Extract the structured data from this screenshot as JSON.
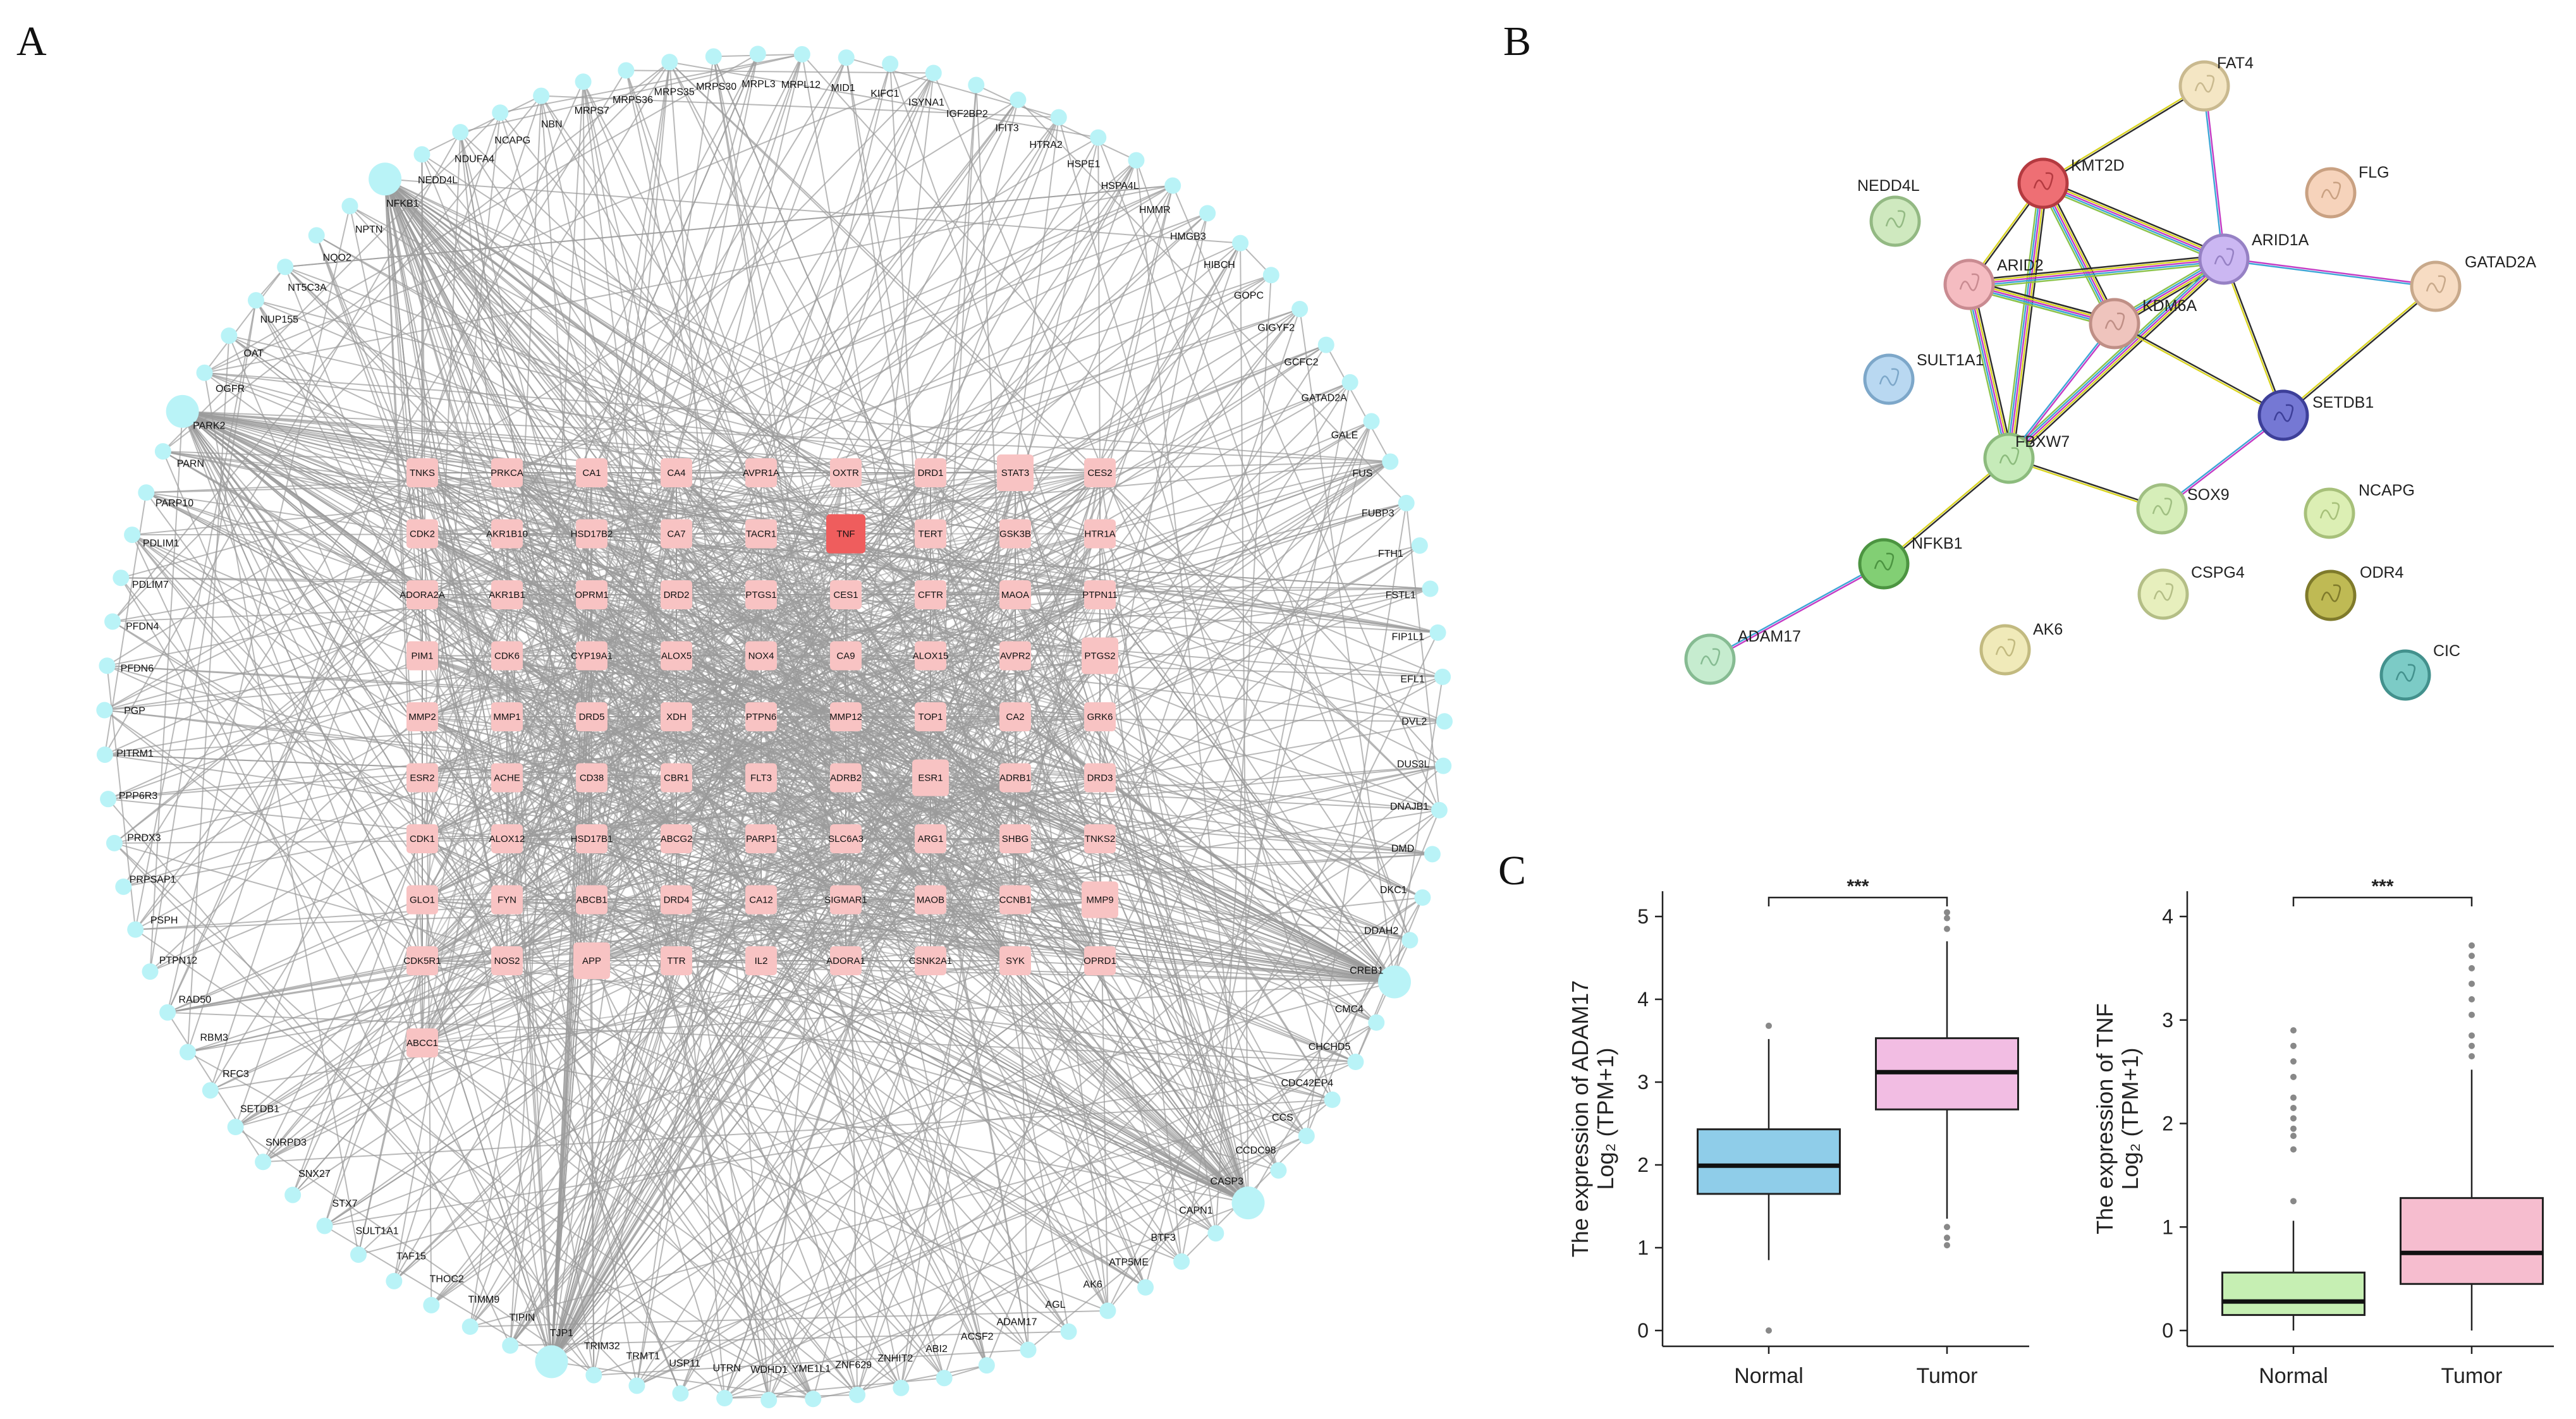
{
  "figure": {
    "panel_labels": [
      "A",
      "B",
      "C"
    ]
  },
  "colors": {
    "outer_node": "#b9f3f7",
    "inner_node": "#f8c3c3",
    "hub_node": "#ef5d5d",
    "edge": "#9b9b9b",
    "normal_box1": "#8fcde9",
    "tumor_box1": "#f2bde3",
    "normal_box2": "#c6efb3",
    "tumor_box2": "#f6bdcf"
  },
  "panel_a": {
    "outer_nodes": [
      "NFKB1",
      "NEDD4L",
      "NDUFA4",
      "NCAPG",
      "NBN",
      "MRPS7",
      "MRPS36",
      "MRPS35",
      "MRPS30",
      "MRPL3",
      "MRPL12",
      "MID1",
      "KIFC1",
      "ISYNA1",
      "IGF2BP2",
      "IFIT3",
      "HTRA2",
      "HSPE1",
      "HSPA4L",
      "HMMR",
      "HMGB3",
      "HIBCH",
      "GOPC",
      "GIGYF2",
      "GCFC2",
      "GATAD2A",
      "GALE",
      "FUS",
      "FUBP3",
      "FTH1",
      "FSTL1",
      "FIP1L1",
      "EFL1",
      "DVL2",
      "DUS3L",
      "DNAJB1",
      "DMD",
      "DKC1",
      "DDAH2",
      "CREB1",
      "CMC4",
      "CHCHD5",
      "CDC42EP4",
      "CCS",
      "CCDC98",
      "CASP3",
      "CAPN1",
      "BTF3",
      "ATP5ME",
      "AK6",
      "AGL",
      "ADAM17",
      "ACSF2",
      "ABI2",
      "ZNHIT2",
      "ZNF629",
      "YME1L1",
      "WDHD1",
      "UTRN",
      "USP11",
      "TRMT1",
      "TRIM32",
      "TJP1",
      "TIPIN",
      "TIMM9",
      "THOC2",
      "TAF15",
      "SULT1A1",
      "STX7",
      "SNX27",
      "SNRPD3",
      "SETDB1",
      "RFC3",
      "RBM3",
      "RAD50",
      "PTPN12",
      "PSPH",
      "PRPSAP1",
      "PRDX3",
      "PPP6R3",
      "PITRM1",
      "PGP",
      "PFDN6",
      "PFDN4",
      "PDLIM7",
      "PDLIM1",
      "PARP10",
      "PARN",
      "PARK2",
      "OGFR",
      "OAT",
      "NUP155",
      "NT5C3A",
      "NQO2",
      "NPTN"
    ],
    "inner_rows": [
      [
        "TNKS",
        "PRKCA",
        "CA1",
        "CA4",
        "AVPR1A",
        "OXTR",
        "DRD1",
        "STAT3",
        "CES2"
      ],
      [
        "CDK2",
        "AKR1B10",
        "HSD17B2",
        "CA7",
        "TACR1",
        "TNF",
        "TERT",
        "GSK3B",
        "HTR1A"
      ],
      [
        "ADORA2A",
        "AKR1B1",
        "OPRM1",
        "DRD2",
        "PTGS1",
        "CES1",
        "CFTR",
        "MAOA",
        "PTPN11"
      ],
      [
        "PIM1",
        "CDK6",
        "CYP19A1",
        "ALOX5",
        "NOX4",
        "CA9",
        "ALOX15",
        "AVPR2",
        "PTGS2"
      ],
      [
        "MMP2",
        "MMP1",
        "DRD5",
        "XDH",
        "PTPN6",
        "MMP12",
        "TOP1",
        "CA2",
        "GRK6"
      ],
      [
        "ESR2",
        "ACHE",
        "CD38",
        "CBR1",
        "FLT3",
        "ADRB2",
        "ESR1",
        "ADRB1",
        "DRD3"
      ],
      [
        "CDK1",
        "ALOX12",
        "HSD17B1",
        "ABCG2",
        "PARP1",
        "SLC6A3",
        "ARG1",
        "SHBG",
        "TNKS2"
      ],
      [
        "GLO1",
        "FYN",
        "ABCB1",
        "DRD4",
        "CA12",
        "SIGMAR1",
        "MAOB",
        "CCNB1",
        "MMP9"
      ],
      [
        "CDK5R1",
        "NOS2",
        "APP",
        "TTR",
        "IL2",
        "ADORA1",
        "CSNK2A1",
        "SYK",
        "OPRD1"
      ],
      [
        "ABCC1"
      ]
    ],
    "hub": "TNF",
    "large_outer": [
      "NFKB1",
      "CASP3",
      "CREB1",
      "TJP1",
      "PARK2"
    ]
  },
  "panel_b": {
    "nodes": [
      {
        "name": "FAT4",
        "fill": "#f4e6c4",
        "stroke": "#c9b98f"
      },
      {
        "name": "KMT2D",
        "fill": "#ee6f74",
        "stroke": "#b43a40"
      },
      {
        "name": "NEDD4L",
        "fill": "#cfe9bf",
        "stroke": "#93b983"
      },
      {
        "name": "FLG",
        "fill": "#f6d3bb",
        "stroke": "#c9a182"
      },
      {
        "name": "ARID1A",
        "fill": "#cbb7f2",
        "stroke": "#9681c4"
      },
      {
        "name": "ARID2",
        "fill": "#f5bcc1",
        "stroke": "#c98b91"
      },
      {
        "name": "GATAD2A",
        "fill": "#f7dcc3",
        "stroke": "#c8a98b"
      },
      {
        "name": "KDM6A",
        "fill": "#efc4bd",
        "stroke": "#bf8f86"
      },
      {
        "name": "SULT1A1",
        "fill": "#b9d8f1",
        "stroke": "#7da7c9"
      },
      {
        "name": "SETDB1",
        "fill": "#7578d4",
        "stroke": "#3d3f99"
      },
      {
        "name": "FBXW7",
        "fill": "#c6ebb9",
        "stroke": "#8cbb7d"
      },
      {
        "name": "SOX9",
        "fill": "#d6eeb9",
        "stroke": "#a0bf82"
      },
      {
        "name": "NCAPG",
        "fill": "#dcefb4",
        "stroke": "#a7c07a"
      },
      {
        "name": "NFKB1",
        "fill": "#82cf74",
        "stroke": "#4c9441"
      },
      {
        "name": "CSPG4",
        "fill": "#e7efbd",
        "stroke": "#b4be86"
      },
      {
        "name": "ODR4",
        "fill": "#bfba54",
        "stroke": "#7f7a2b"
      },
      {
        "name": "AK6",
        "fill": "#f0eab9",
        "stroke": "#c2ba80"
      },
      {
        "name": "ADAM17",
        "fill": "#c6eccf",
        "stroke": "#86bb92"
      },
      {
        "name": "CIC",
        "fill": "#7ccbc6",
        "stroke": "#43918d"
      }
    ],
    "edges": [
      [
        "FAT4",
        "KMT2D"
      ],
      [
        "FAT4",
        "ARID1A"
      ],
      [
        "KMT2D",
        "ARID1A"
      ],
      [
        "KMT2D",
        "ARID2"
      ],
      [
        "KMT2D",
        "KDM6A"
      ],
      [
        "KMT2D",
        "FBXW7"
      ],
      [
        "ARID2",
        "ARID1A"
      ],
      [
        "ARID2",
        "KDM6A"
      ],
      [
        "ARID2",
        "FBXW7"
      ],
      [
        "ARID1A",
        "KDM6A"
      ],
      [
        "ARID1A",
        "GATAD2A"
      ],
      [
        "ARID1A",
        "SETDB1"
      ],
      [
        "ARID1A",
        "FBXW7"
      ],
      [
        "KDM6A",
        "FBXW7"
      ],
      [
        "KDM6A",
        "SETDB1"
      ],
      [
        "GATAD2A",
        "SETDB1"
      ],
      [
        "SETDB1",
        "SOX9"
      ],
      [
        "FBXW7",
        "SOX9"
      ],
      [
        "FBXW7",
        "NFKB1"
      ],
      [
        "NFKB1",
        "ADAM17"
      ],
      [
        "ARID2",
        "KDM6A"
      ]
    ]
  },
  "chart_data": [
    {
      "type": "box",
      "categories": [
        "Normal",
        "Tumor"
      ],
      "ylabel_line1": "The expression of ADAM17",
      "ylabel_line2": "Log₂ (TPM+1)",
      "ylim": [
        0,
        5
      ],
      "yticks": [
        0,
        1,
        2,
        3,
        4,
        5
      ],
      "significance": "***",
      "boxes": [
        {
          "q1": 1.65,
          "median": 1.99,
          "q3": 2.43,
          "whisker_low": 0.85,
          "whisker_high": 3.52,
          "outliers": [
            3.68,
            0.0
          ]
        },
        {
          "q1": 2.67,
          "median": 3.12,
          "q3": 3.53,
          "whisker_low": 1.35,
          "whisker_high": 4.7,
          "outliers": [
            4.85,
            4.98,
            5.05,
            1.25,
            1.12,
            1.03
          ]
        }
      ]
    },
    {
      "type": "box",
      "categories": [
        "Normal",
        "Tumor"
      ],
      "ylabel_line1": "The expression of TNF",
      "ylabel_line2": "Log₂ (TPM+1)",
      "ylim": [
        0,
        4
      ],
      "yticks": [
        0,
        1,
        2,
        3,
        4
      ],
      "significance": "***",
      "boxes": [
        {
          "q1": 0.15,
          "median": 0.28,
          "q3": 0.56,
          "whisker_low": 0.0,
          "whisker_high": 1.06,
          "outliers": [
            1.25,
            1.75,
            1.88,
            1.95,
            2.05,
            2.15,
            2.25,
            2.45,
            2.6,
            2.75,
            2.9
          ]
        },
        {
          "q1": 0.45,
          "median": 0.75,
          "q3": 1.28,
          "whisker_low": 0.0,
          "whisker_high": 2.52,
          "outliers": [
            2.65,
            2.75,
            2.85,
            3.05,
            3.2,
            3.35,
            3.5,
            3.62,
            3.72
          ]
        }
      ]
    }
  ]
}
